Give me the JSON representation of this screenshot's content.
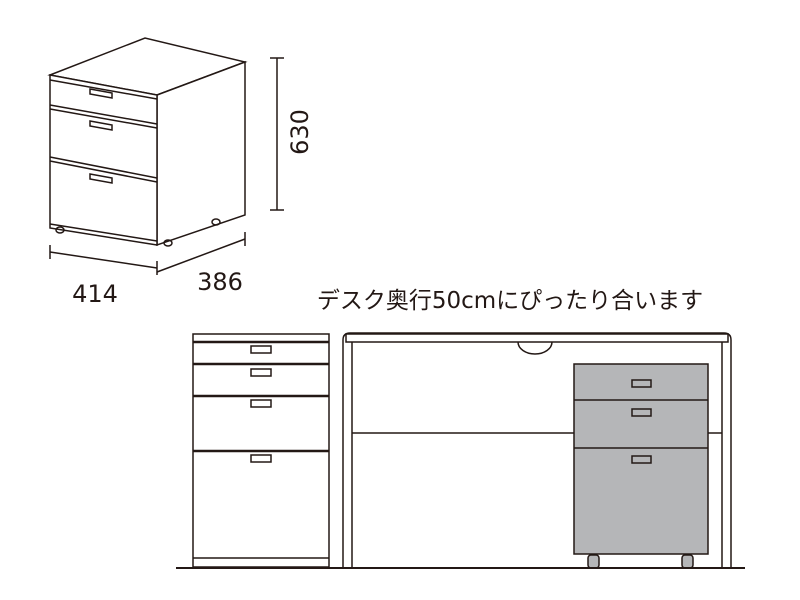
{
  "dimensions": {
    "width": "414",
    "depth": "386",
    "height": "630"
  },
  "caption": "デスク奥行50cmにぴったり合います",
  "colors": {
    "line": "#231815",
    "highlight_cabinet": "#b5b6b8"
  }
}
